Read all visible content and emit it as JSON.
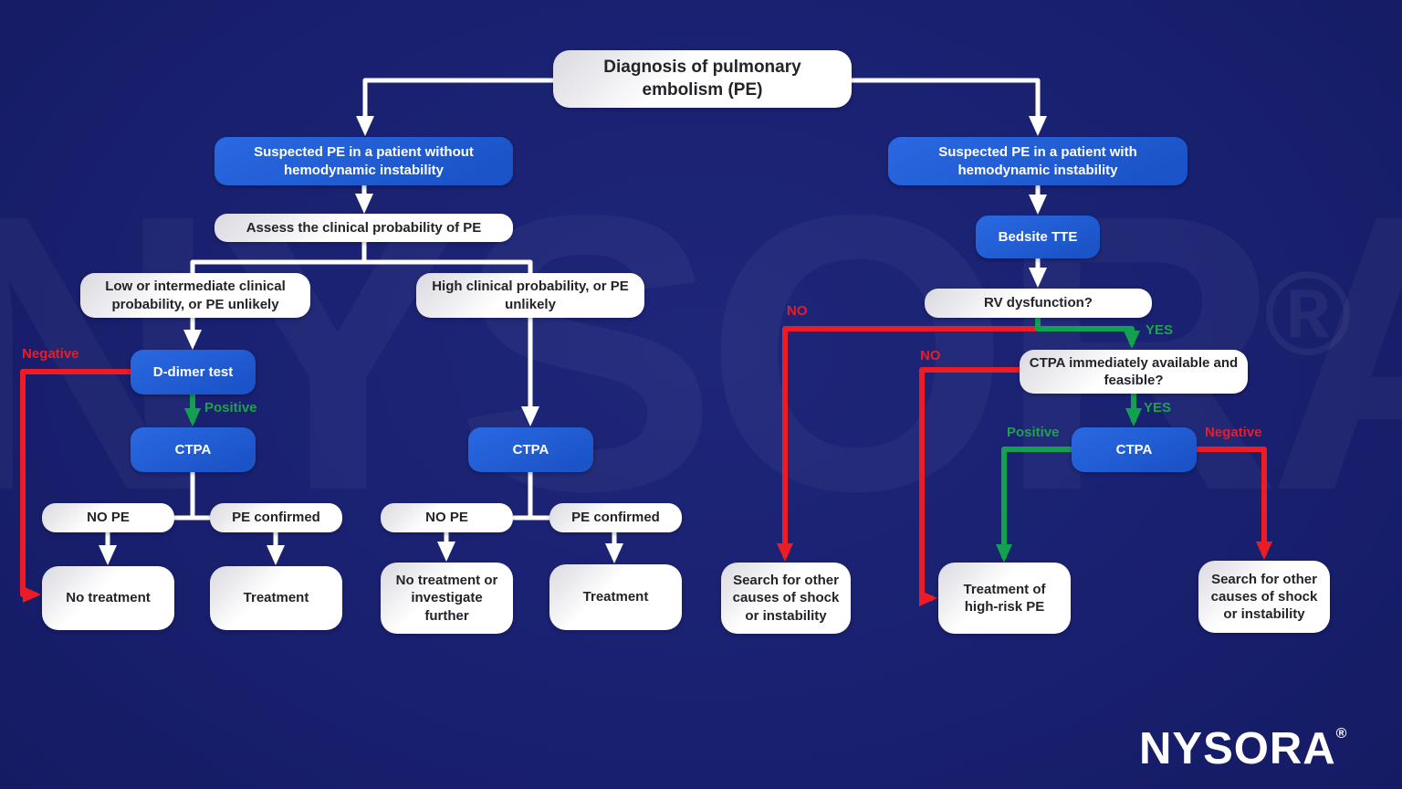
{
  "diagram": {
    "title": "Diagnosis of pulmonary embolism (PE)",
    "left": {
      "suspected": "Suspected PE in a patient without hemodynamic instability",
      "assess": "Assess the clinical probability of PE",
      "low_prob": "Low or intermediate clinical probability, or PE unlikely",
      "high_prob": "High clinical probability, or PE unlikely",
      "d_dimer": "D-dimer test",
      "ctpa": "CTPA",
      "no_pe": "NO PE",
      "pe_confirmed": "PE confirmed",
      "no_treatment": "No treatment",
      "treatment": "Treatment"
    },
    "mid": {
      "ctpa": "CTPA",
      "no_pe": "NO PE",
      "pe_confirmed": "PE confirmed",
      "no_treatment": "No treatment or investigate further",
      "treatment": "Treatment"
    },
    "right": {
      "suspected": "Suspected PE in a patient with hemodynamic instability",
      "bedsite_tte": "Bedsite TTE",
      "rv_dysfunction": "RV dysfunction?",
      "ctpa_available": "CTPA immediately available and feasible?",
      "ctpa": "CTPA",
      "search_shock_left": "Search for other causes of shock or instability",
      "treatment_high_risk": "Treatment of high-risk PE",
      "search_shock_right": "Search for other causes of shock or instability"
    },
    "edge_labels": {
      "dimer_negative": "Negative",
      "dimer_positive": "Positive",
      "rv_no": "NO",
      "rv_yes": "YES",
      "ctpa_avail_no": "NO",
      "ctpa_avail_yes": "YES",
      "ctpa_positive": "Positive",
      "ctpa_negative": "Negative"
    },
    "watermark": {
      "text": "NYSORA",
      "reg": "®"
    },
    "logo": {
      "text": "NYSORA",
      "reg": "®"
    },
    "colors": {
      "background": "#1a2171",
      "node_blue": "#1e5ad2",
      "node_white": "#ffffff",
      "arrow_white": "#ffffff",
      "arrow_red": "#ed1b24",
      "arrow_green": "#12a14f",
      "text_dark": "#232429"
    }
  }
}
